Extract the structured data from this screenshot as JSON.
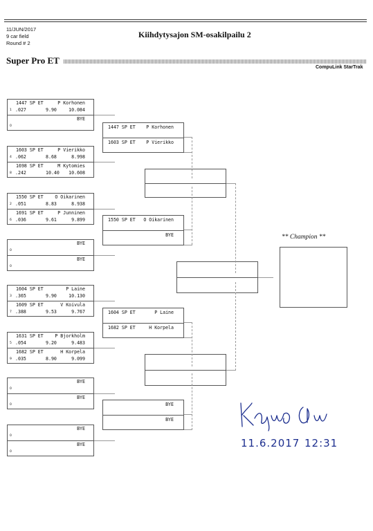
{
  "header": {
    "date": "11/JUN/2017",
    "field": "9 car field",
    "round": "Round # 2",
    "event_title": "Kiihdytysajon SM-osakilpailu 2",
    "class_name": "Super Pro ET",
    "system": "CompuLink StarTrak"
  },
  "round1": [
    {
      "top": {
        "id": "1447 SP ET",
        "name": "P Korhonen",
        "lane": "1",
        "rt": ".027",
        "dial": "9.90",
        "et": "10.084"
      },
      "bottom": {
        "id": "",
        "name": "BYE",
        "lane": "0",
        "rt": "",
        "dial": "",
        "et": ""
      }
    },
    {
      "top": {
        "id": "1603 SP ET",
        "name": "P Vierikko",
        "lane": "4",
        "rt": ".062",
        "dial": "8.68",
        "et": "8.998"
      },
      "bottom": {
        "id": "1698 SP ET",
        "name": "M Kytomies",
        "lane": "8",
        "rt": ".242",
        "dial": "10.40",
        "et": "10.608"
      }
    },
    {
      "top": {
        "id": "1550 SP ET",
        "name": "O Oikarinen",
        "lane": "2",
        "rt": ".051",
        "dial": "8.83",
        "et": "8.938"
      },
      "bottom": {
        "id": "1691 SP ET",
        "name": "P Junninen",
        "lane": "6",
        "rt": ".036",
        "dial": "9.61",
        "et": "9.899"
      }
    },
    {
      "top": {
        "id": "",
        "name": "BYE",
        "lane": "0",
        "rt": "",
        "dial": "",
        "et": ""
      },
      "bottom": {
        "id": "",
        "name": "BYE",
        "lane": "0",
        "rt": "",
        "dial": "",
        "et": ""
      }
    },
    {
      "top": {
        "id": "1604 SP ET",
        "name": "P Laine",
        "lane": "3",
        "rt": ".365",
        "dial": "9.90",
        "et": "10.130"
      },
      "bottom": {
        "id": "1609 SP ET",
        "name": "V Koivula",
        "lane": "7",
        "rt": ".388",
        "dial": "9.53",
        "et": "9.767"
      }
    },
    {
      "top": {
        "id": "1631 SP ET",
        "name": "P Bjorkholm",
        "lane": "5",
        "rt": ".054",
        "dial": "9.20",
        "et": "9.483"
      },
      "bottom": {
        "id": "1682 SP ET",
        "name": "H Korpela",
        "lane": "9",
        "rt": ".035",
        "dial": "8.90",
        "et": "9.099"
      }
    },
    {
      "top": {
        "id": "",
        "name": "BYE",
        "lane": "0",
        "rt": "",
        "dial": "",
        "et": ""
      },
      "bottom": {
        "id": "",
        "name": "BYE",
        "lane": "0",
        "rt": "",
        "dial": "",
        "et": ""
      }
    },
    {
      "top": {
        "id": "",
        "name": "BYE",
        "lane": "0",
        "rt": "",
        "dial": "",
        "et": ""
      },
      "bottom": {
        "id": "",
        "name": "BYE",
        "lane": "0",
        "rt": "",
        "dial": "",
        "et": ""
      }
    }
  ],
  "round2": [
    {
      "top": {
        "id": "1447 SP ET",
        "name": "P Korhonen"
      },
      "bottom": {
        "id": "1603 SP ET",
        "name": "P Vierikko"
      }
    },
    {
      "top": {
        "id": "1550 SP ET",
        "name": "O Oikarinen"
      },
      "bottom": {
        "id": "",
        "name": "BYE"
      }
    },
    {
      "top": {
        "id": "1604 SP ET",
        "name": "P Laine"
      },
      "bottom": {
        "id": "1682 SP ET",
        "name": "H Korpela"
      }
    },
    {
      "top": {
        "id": "",
        "name": "BYE"
      },
      "bottom": {
        "id": "",
        "name": "BYE"
      }
    }
  ],
  "champion": {
    "label": "** Champion **"
  },
  "signature": {
    "date": "11.6.2017",
    "time": "12:31"
  }
}
